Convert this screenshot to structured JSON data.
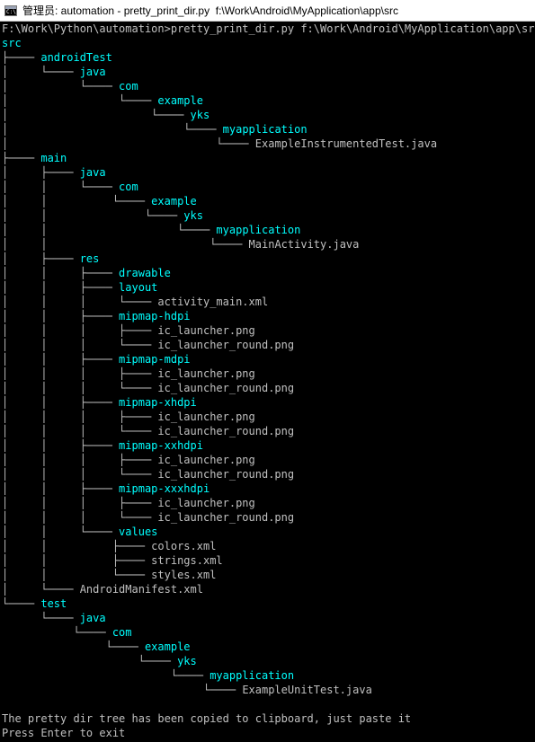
{
  "window": {
    "title": "管理员: automation - pretty_print_dir.py  f:\\Work\\Android\\MyApplication\\app\\src",
    "icon": "console-window-icon",
    "icon_glyph": "C:\\"
  },
  "colors": {
    "background": "#000000",
    "text": "#c0c0c0",
    "directory": "#00ffff"
  },
  "console": {
    "lines": [
      {
        "prefix": "F:\\Work\\Python\\automation>pretty_print_dir.py f:\\Work\\Android\\MyApplication\\app\\src",
        "name": "",
        "type": "text"
      },
      {
        "prefix": "",
        "name": "src",
        "type": "dir"
      },
      {
        "prefix": "├──── ",
        "name": "androidTest",
        "type": "dir"
      },
      {
        "prefix": "│     └──── ",
        "name": "java",
        "type": "dir"
      },
      {
        "prefix": "│           └──── ",
        "name": "com",
        "type": "dir"
      },
      {
        "prefix": "│                 └──── ",
        "name": "example",
        "type": "dir"
      },
      {
        "prefix": "│                      └──── ",
        "name": "yks",
        "type": "dir"
      },
      {
        "prefix": "│                           └──── ",
        "name": "myapplication",
        "type": "dir"
      },
      {
        "prefix": "│                                └──── ",
        "name": "ExampleInstrumentedTest.java",
        "type": "file"
      },
      {
        "prefix": "├──── ",
        "name": "main",
        "type": "dir"
      },
      {
        "prefix": "│     ├──── ",
        "name": "java",
        "type": "dir"
      },
      {
        "prefix": "│     │     └──── ",
        "name": "com",
        "type": "dir"
      },
      {
        "prefix": "│     │          └──── ",
        "name": "example",
        "type": "dir"
      },
      {
        "prefix": "│     │               └──── ",
        "name": "yks",
        "type": "dir"
      },
      {
        "prefix": "│     │                    └──── ",
        "name": "myapplication",
        "type": "dir"
      },
      {
        "prefix": "│     │                         └──── ",
        "name": "MainActivity.java",
        "type": "file"
      },
      {
        "prefix": "│     ├──── ",
        "name": "res",
        "type": "dir"
      },
      {
        "prefix": "│     │     ├──── ",
        "name": "drawable",
        "type": "dir"
      },
      {
        "prefix": "│     │     ├──── ",
        "name": "layout",
        "type": "dir"
      },
      {
        "prefix": "│     │     │     └──── ",
        "name": "activity_main.xml",
        "type": "file"
      },
      {
        "prefix": "│     │     ├──── ",
        "name": "mipmap-hdpi",
        "type": "dir"
      },
      {
        "prefix": "│     │     │     ├──── ",
        "name": "ic_launcher.png",
        "type": "file"
      },
      {
        "prefix": "│     │     │     └──── ",
        "name": "ic_launcher_round.png",
        "type": "file"
      },
      {
        "prefix": "│     │     ├──── ",
        "name": "mipmap-mdpi",
        "type": "dir"
      },
      {
        "prefix": "│     │     │     ├──── ",
        "name": "ic_launcher.png",
        "type": "file"
      },
      {
        "prefix": "│     │     │     └──── ",
        "name": "ic_launcher_round.png",
        "type": "file"
      },
      {
        "prefix": "│     │     ├──── ",
        "name": "mipmap-xhdpi",
        "type": "dir"
      },
      {
        "prefix": "│     │     │     ├──── ",
        "name": "ic_launcher.png",
        "type": "file"
      },
      {
        "prefix": "│     │     │     └──── ",
        "name": "ic_launcher_round.png",
        "type": "file"
      },
      {
        "prefix": "│     │     ├──── ",
        "name": "mipmap-xxhdpi",
        "type": "dir"
      },
      {
        "prefix": "│     │     │     ├──── ",
        "name": "ic_launcher.png",
        "type": "file"
      },
      {
        "prefix": "│     │     │     └──── ",
        "name": "ic_launcher_round.png",
        "type": "file"
      },
      {
        "prefix": "│     │     ├──── ",
        "name": "mipmap-xxxhdpi",
        "type": "dir"
      },
      {
        "prefix": "│     │     │     ├──── ",
        "name": "ic_launcher.png",
        "type": "file"
      },
      {
        "prefix": "│     │     │     └──── ",
        "name": "ic_launcher_round.png",
        "type": "file"
      },
      {
        "prefix": "│     │     └──── ",
        "name": "values",
        "type": "dir"
      },
      {
        "prefix": "│     │          ├──── ",
        "name": "colors.xml",
        "type": "file"
      },
      {
        "prefix": "│     │          ├──── ",
        "name": "strings.xml",
        "type": "file"
      },
      {
        "prefix": "│     │          └──── ",
        "name": "styles.xml",
        "type": "file"
      },
      {
        "prefix": "│     └──── ",
        "name": "AndroidManifest.xml",
        "type": "file"
      },
      {
        "prefix": "└──── ",
        "name": "test",
        "type": "dir"
      },
      {
        "prefix": "      └──── ",
        "name": "java",
        "type": "dir"
      },
      {
        "prefix": "           └──── ",
        "name": "com",
        "type": "dir"
      },
      {
        "prefix": "                └──── ",
        "name": "example",
        "type": "dir"
      },
      {
        "prefix": "                     └──── ",
        "name": "yks",
        "type": "dir"
      },
      {
        "prefix": "                          └──── ",
        "name": "myapplication",
        "type": "dir"
      },
      {
        "prefix": "                               └──── ",
        "name": "ExampleUnitTest.java",
        "type": "file"
      },
      {
        "prefix": "",
        "name": "",
        "type": "blank"
      },
      {
        "prefix": "The pretty dir tree has been copied to clipboard, just paste it",
        "name": "",
        "type": "text"
      },
      {
        "prefix": "Press Enter to exit",
        "name": "",
        "type": "text"
      }
    ]
  }
}
